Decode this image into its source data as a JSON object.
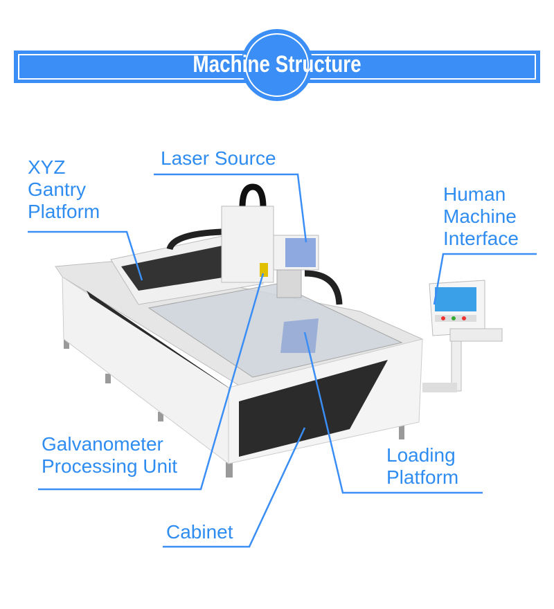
{
  "header": {
    "title": "Machine Structure"
  },
  "labels": {
    "xyz": [
      "XYZ",
      "Gantry",
      "Platform"
    ],
    "laser": "Laser Source",
    "hmi": [
      "Human",
      "Machine",
      "Interface"
    ],
    "galvo": [
      "Galvanometer",
      "Processing Unit"
    ],
    "cabinet": "Cabinet",
    "loading": [
      "Loading",
      "Platform"
    ]
  },
  "colors": {
    "accent": "#3a8ef6",
    "label": "#2f8cf0"
  }
}
